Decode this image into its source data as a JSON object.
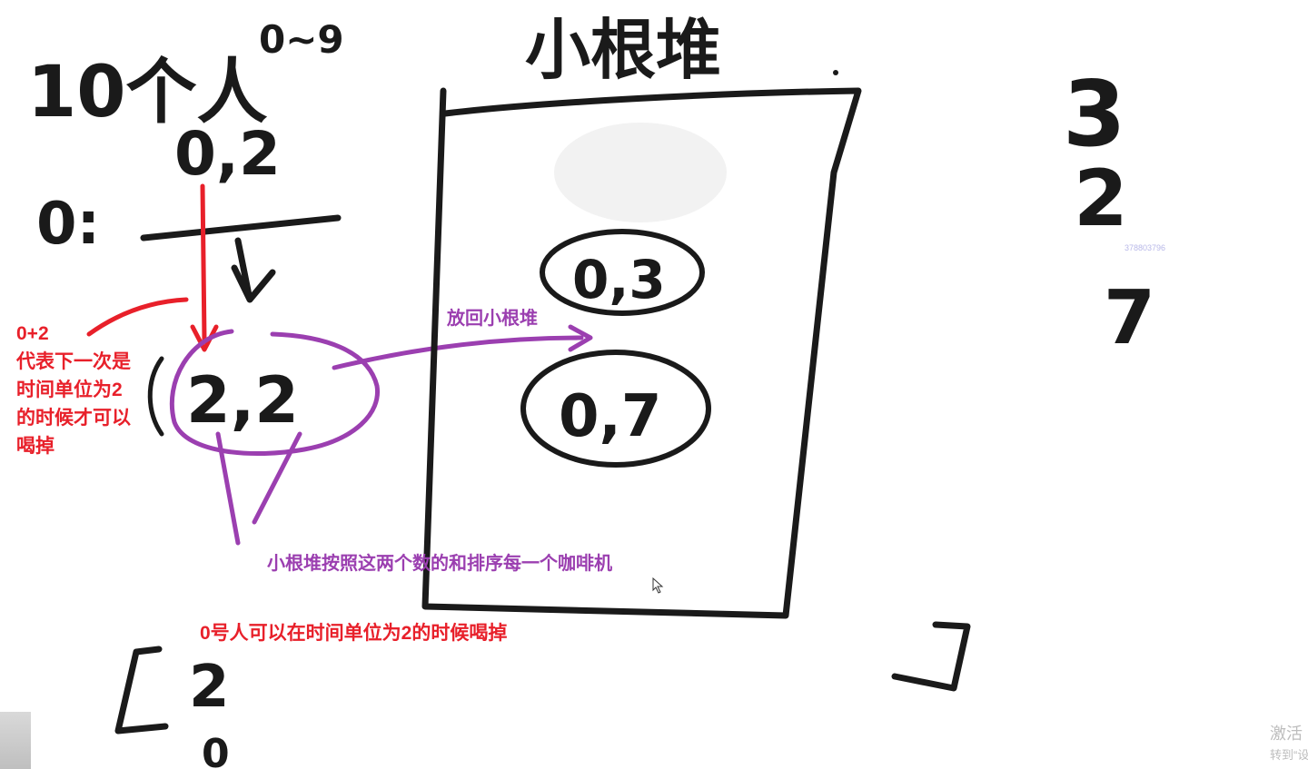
{
  "handwriting": {
    "people_count": "10个人",
    "index_range": "0~9",
    "heap_title": "小根堆",
    "row_prefix": "0:",
    "top_pair": "0,2",
    "circled_pair": "2,2",
    "heap_items": [
      "0,3",
      "0,7"
    ],
    "right_numbers": [
      "3",
      "2",
      "7"
    ],
    "bottom_bracket_values": [
      "2",
      "0"
    ]
  },
  "annotations": {
    "red_note_lines": "0+2\n代表下一次是\n时间单位为2\n的时候才可以\n喝掉",
    "put_back_label": "放回小根堆",
    "heap_sort_note": "小根堆按照这两个数的和排序每一个咖啡机",
    "drink_time_note": "0号人可以在时间单位为2的时候喝掉"
  },
  "overlay": {
    "small_id": "378803796",
    "activate_title": "激活",
    "activate_sub": "转到“设"
  },
  "colors": {
    "ink": "#1a1a1a",
    "red": "#e8202a",
    "purple": "#9b3fb0"
  }
}
